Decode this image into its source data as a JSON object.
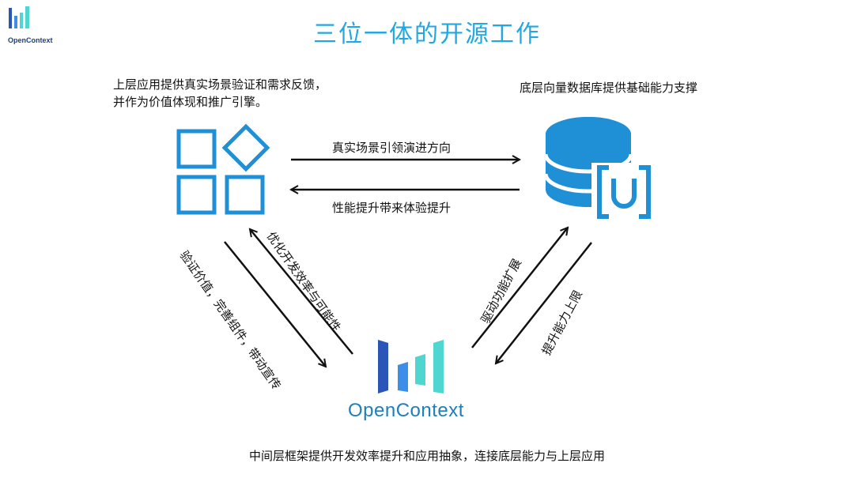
{
  "title": "三位一体的开源工作",
  "logo": {
    "text": "OpenContext"
  },
  "nodes": {
    "app": {
      "description_line1": "上层应用提供真实场景验证和需求反馈，",
      "description_line2": "并作为价值体现和推广引擎。"
    },
    "db": {
      "description": "底层向量数据库提供基础能力支撑"
    },
    "framework": {
      "brand": "OpenContext",
      "description": "中间层框架提供开发效率提升和应用抽象，连接底层能力与上层应用"
    }
  },
  "edges": {
    "app_to_db": "真实场景引领演进方向",
    "db_to_app": "性能提升带来体验提升",
    "app_to_framework": "验证价值，完善组件，带动宣传",
    "framework_to_app": "优化开发效率与可能性",
    "framework_to_db": "驱动功能扩展",
    "db_to_framework": "提升能力上限"
  },
  "colors": {
    "title": "#22a8e0",
    "icon_blue": "#1f8fd6",
    "arrow": "#111111",
    "logo_dark": "#2c55b8",
    "logo_mid": "#3c8ee8",
    "logo_teal": "#4fd6d0"
  }
}
